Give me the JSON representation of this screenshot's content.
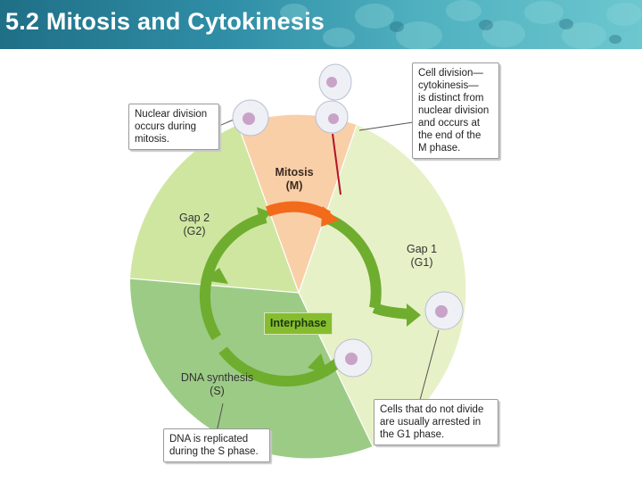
{
  "header": {
    "title": "5.2 Mitosis and Cytokinesis"
  },
  "diagram": {
    "phases": {
      "mitosis": "Mitosis\n(M)",
      "gap2": "Gap 2\n(G2)",
      "gap1": "Gap 1\n(G1)",
      "synthesis": "DNA synthesis\n(S)",
      "interphase": "Interphase"
    },
    "callouts": {
      "nuclear_division": "Nuclear division\noccurs during\nmitosis.",
      "cytokinesis": "Cell division—\ncytokinesis—\nis distinct from\nnuclear division\nand occurs at\nthe end of the\nM phase.",
      "dna_replicated": "DNA is replicated\nduring the S phase.",
      "arrested": "Cells that do not divide\nare usually arrested in\nthe G1 phase."
    },
    "colors": {
      "mitosis_sector": "#f9cfa8",
      "gap2_sector": "#cfe6a0",
      "gap1_sector": "#e7f1c7",
      "synthesis_sector": "#9ccb86",
      "cycle_arrow": "#6fad2f",
      "mitosis_arrow": "#f26a1b",
      "interphase_box": "#86bd2f",
      "header_bg": "#2f8ea6"
    }
  }
}
